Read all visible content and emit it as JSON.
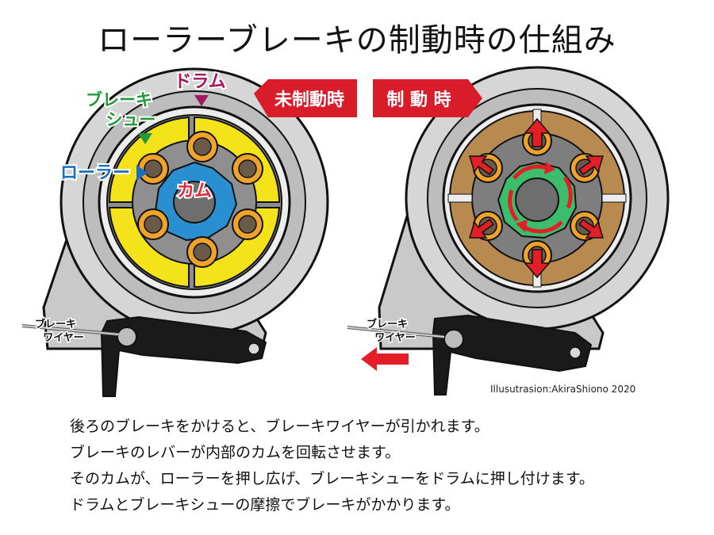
{
  "title": "ローラーブレーキの制動時の仕組み",
  "labels": {
    "drum": "ドラム",
    "shoe_line1": "ブレーキ",
    "shoe_line2": "シュー",
    "roller": "ローラー",
    "cam": "カム",
    "unbraked": "未制動時",
    "braking": "制 動 時",
    "wire_line1": "ブレーキ",
    "wire_line2": "ワイヤー"
  },
  "credit": "Illusutrasion:AkiraShiono 2020",
  "description": [
    "後ろのブレーキをかけると、ブレーキワイヤーが引かれます。",
    "ブレーキのレバーが内部のカムを回転させます。",
    "そのカムが、ローラーを押し広げ、ブレーキシューをドラムに押し付けます。",
    "ドラムとブレーキシューの摩擦でブレーキがかかります。"
  ],
  "colors": {
    "drum_label": "#a3185e",
    "shoe_label": "#1f9a3a",
    "roller_label": "#1b6fbf",
    "cam_label": "#e8263a",
    "badge": "#d81c2a",
    "shoe_unbraked": "#f4e21a",
    "cam_unbraked": "#2a8fd0",
    "cam_braking": "#3bbd6b",
    "shoe_braking": "#b88a4f",
    "roller": "#f0a32a",
    "arrow": "#e41e26"
  }
}
